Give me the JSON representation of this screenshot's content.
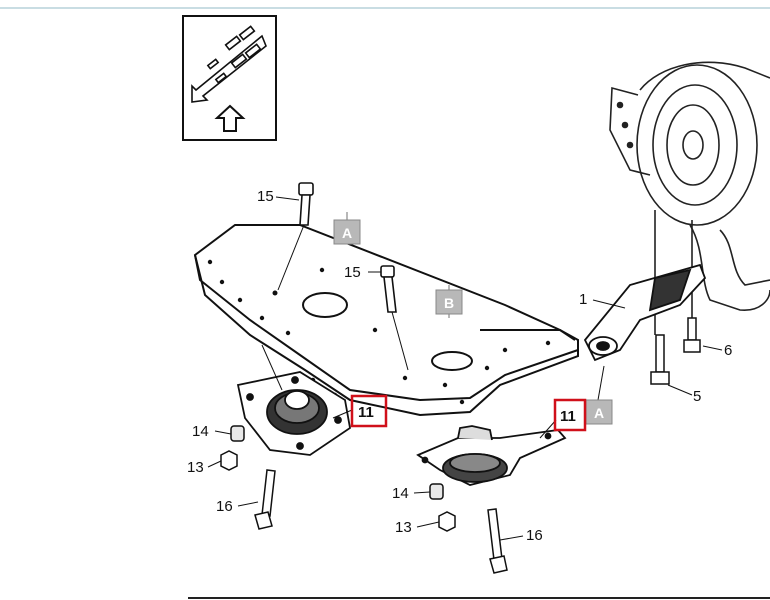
{
  "diagram": {
    "callouts": [
      {
        "id": "c1",
        "text": "1"
      },
      {
        "id": "c5",
        "text": "5"
      },
      {
        "id": "c6",
        "text": "6"
      },
      {
        "id": "c11a",
        "text": "11"
      },
      {
        "id": "c11b",
        "text": "11"
      },
      {
        "id": "c13a",
        "text": "13"
      },
      {
        "id": "c13b",
        "text": "13"
      },
      {
        "id": "c14a",
        "text": "14"
      },
      {
        "id": "c14b",
        "text": "14"
      },
      {
        "id": "c15a",
        "text": "15"
      },
      {
        "id": "c15b",
        "text": "15"
      },
      {
        "id": "c16a",
        "text": "16"
      },
      {
        "id": "c16b",
        "text": "16"
      }
    ],
    "view_markers": [
      {
        "id": "va1",
        "text": "A"
      },
      {
        "id": "vb",
        "text": "B"
      },
      {
        "id": "va2",
        "text": "A"
      }
    ],
    "highlight_color": "#d0101a",
    "marker_color": "#b8b8b8"
  }
}
